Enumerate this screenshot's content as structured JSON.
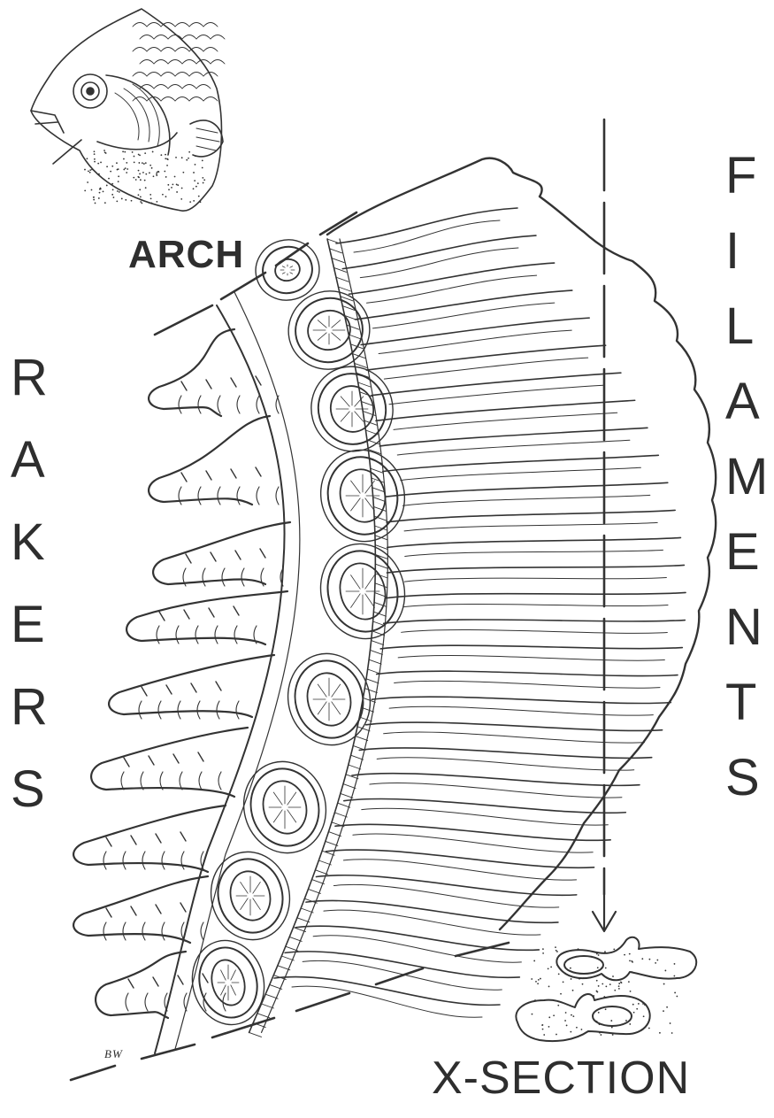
{
  "labels": {
    "arch": "ARCH",
    "rakers": [
      "R",
      "A",
      "K",
      "E",
      "R",
      "S"
    ],
    "filaments": [
      "F",
      "I",
      "L",
      "A",
      "M",
      "E",
      "N",
      "T",
      "S"
    ],
    "x_section": "X-SECTION",
    "artist_initials": "BW"
  },
  "colors": {
    "ink": "#2e2e2e",
    "paper": "#ffffff"
  }
}
